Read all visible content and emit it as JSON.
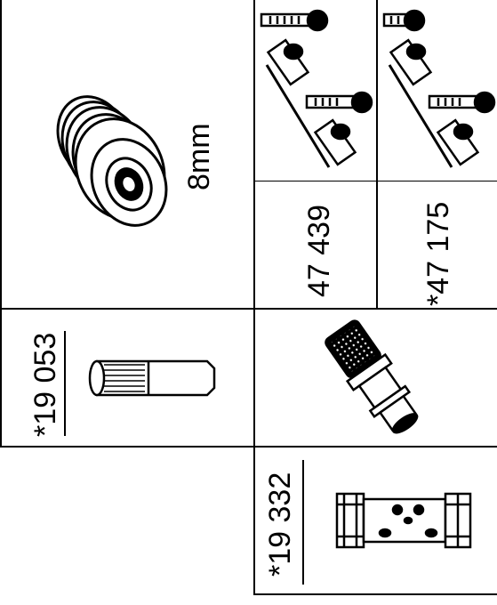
{
  "sheet": {
    "tool_top_left": {
      "label": "8mm",
      "icon": "splined-socket-adapter"
    },
    "tool_top_right_a": {
      "part_number": "47 439",
      "icon": "thermometer-connector-pair"
    },
    "tool_top_right_b": {
      "part_number": "*47 175",
      "icon": "thermometer-connector-pair"
    },
    "tool_mid_left": {
      "part_number": "*19 053",
      "icon": "splined-pin"
    },
    "tool_mid_right": {
      "icon": "knurled-adapter-sleeve"
    },
    "tool_bottom": {
      "part_number": "*19 332",
      "icon": "slotted-sleeve-tool"
    }
  }
}
